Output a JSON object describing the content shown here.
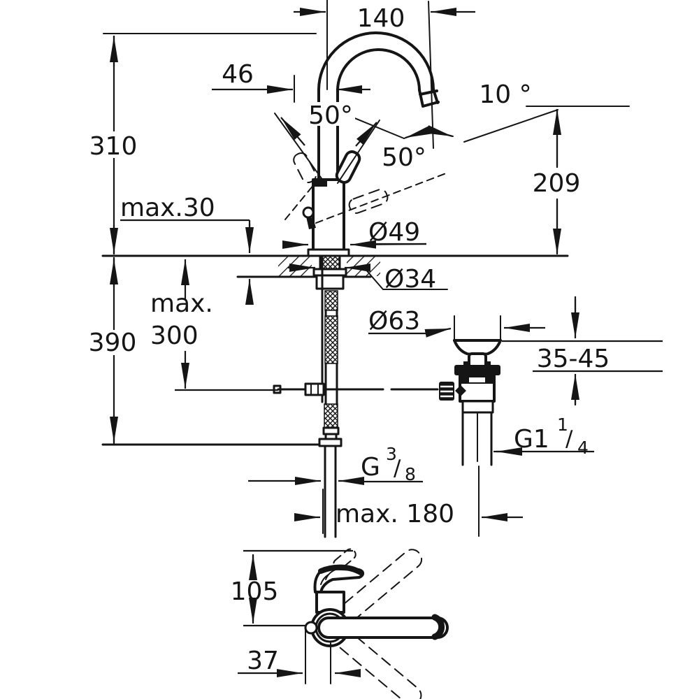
{
  "page": {
    "background": "#ffffff",
    "line_color": "#151515",
    "units": "mm"
  },
  "front_view": {
    "spout_reach": "140",
    "handle_projection": "46",
    "handle_swivel_angle": "50°",
    "outlet_tilt_angle": "10 °",
    "spout_swivel_angle": "50°",
    "height_above_deck": "310",
    "outlet_height": "209",
    "deck_thickness_max": "max.30",
    "body_diameter": "Ø49",
    "shank_diameter": "Ø34",
    "hose_drop_max_line1": "max.",
    "hose_drop_max_line2": "300",
    "under_deck_depth": "390"
  },
  "waste_assembly": {
    "flange_diameter": "Ø63",
    "clamping_range": "35-45",
    "outlet_thread_base": "G1",
    "outlet_thread_sup": "1",
    "outlet_thread_slash": "/",
    "outlet_thread_sub": "4",
    "supply_thread_base": "G",
    "supply_thread_sup": "3",
    "supply_thread_slash": "/",
    "supply_thread_sub": "8",
    "drain_distance_max": "max. 180"
  },
  "plan_view": {
    "depth": "105",
    "center_offset": "37"
  }
}
